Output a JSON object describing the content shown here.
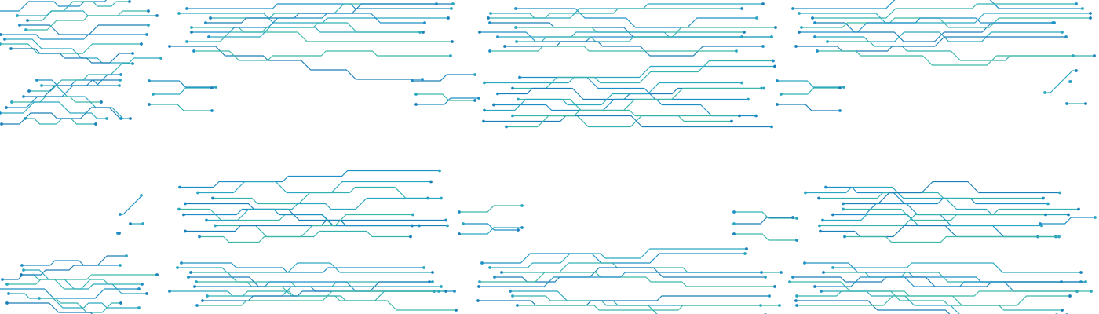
{
  "artwork": {
    "name": "circuit-board-pattern",
    "palette": {
      "background": "#ffffff",
      "traces": [
        "#1e8fc6",
        "#2aa7c0",
        "#33b2b0",
        "#1b7fb8",
        "#3cb8a8"
      ],
      "pads": [
        "#1e8fc6",
        "#2aa7c0",
        "#1b7fb8"
      ]
    },
    "motifs": [
      {
        "kind": "circuit-cluster",
        "variant": "wide"
      },
      {
        "kind": "circuit-cluster",
        "variant": "wide"
      },
      {
        "kind": "circuit-cluster",
        "variant": "wide"
      },
      {
        "kind": "circuit-cluster",
        "variant": "wide"
      },
      {
        "kind": "circuit-cluster",
        "variant": "wide"
      },
      {
        "kind": "circuit-cluster",
        "variant": "wide"
      },
      {
        "kind": "circuit-cluster",
        "variant": "wide"
      },
      {
        "kind": "circuit-cluster",
        "variant": "wide"
      },
      {
        "kind": "circuit-cluster",
        "variant": "narrow"
      },
      {
        "kind": "circuit-cluster",
        "variant": "narrow"
      },
      {
        "kind": "circuit-cluster",
        "variant": "narrow"
      },
      {
        "kind": "circuit-cluster",
        "variant": "narrow"
      },
      {
        "kind": "circuit-cluster",
        "variant": "narrow"
      },
      {
        "kind": "circuit-cluster",
        "variant": "narrow"
      }
    ]
  }
}
